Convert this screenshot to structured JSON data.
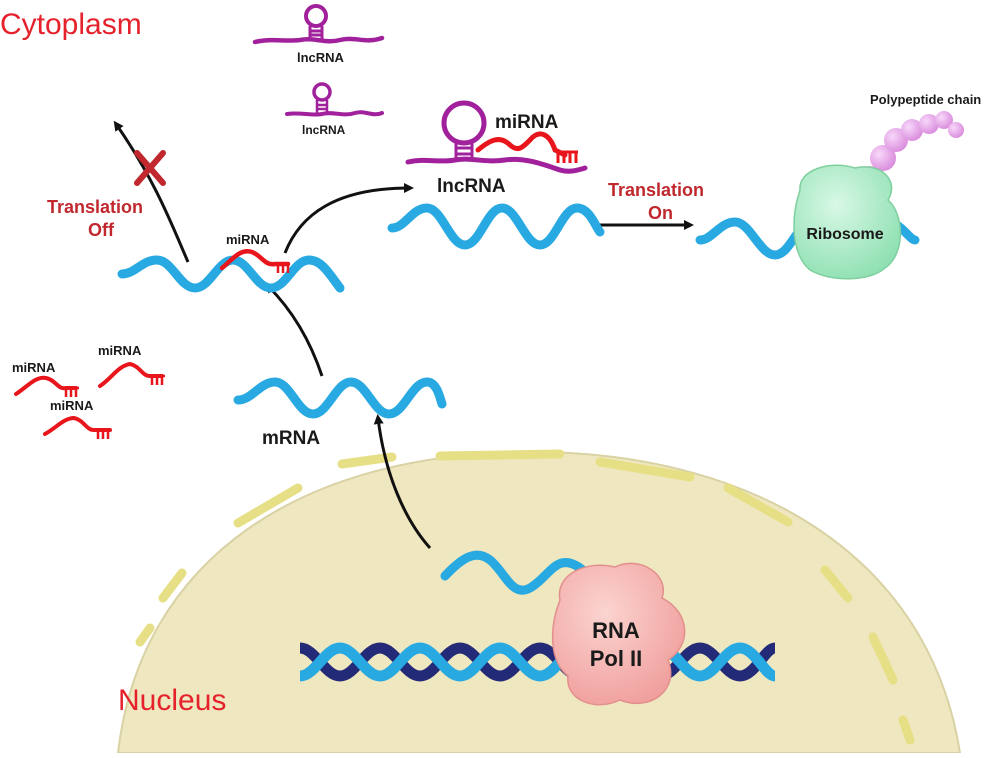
{
  "labels": {
    "cytoplasm": "Cytoplasm",
    "nucleus": "Nucleus",
    "lncrna_1": "lncRNA",
    "lncrna_2": "lncRNA",
    "lncrna_complex": "lncRNA",
    "mirna_complex": "miRNA",
    "translation_off_1": "Translation",
    "translation_off_2": "Off",
    "mirna_bound": "miRNA",
    "translation_on_1": "Translation",
    "translation_on_2": "On",
    "ribosome": "Ribosome",
    "polypeptide": "Polypeptide chain",
    "mirna_free_1": "miRNA",
    "mirna_free_2": "miRNA",
    "mirna_free_3": "miRNA",
    "mrna": "mRNA",
    "rna_pol_1": "RNA",
    "rna_pol_2": "Pol II"
  },
  "colors": {
    "label_red": "#e5222b",
    "text_red": "#c0282e",
    "rna_blue": "#29a9e1",
    "dna_navy": "#232a78",
    "mirna_red": "#e8161c",
    "lncrna_purple": "#a1219c",
    "nucleus_fill": "#efe7bf",
    "membrane_yellow": "#e7df86",
    "ribosome_green": "#a8ecc4",
    "polymerase_pink": "#f4b4b4",
    "peptide_pink": "#e6a3e9"
  }
}
